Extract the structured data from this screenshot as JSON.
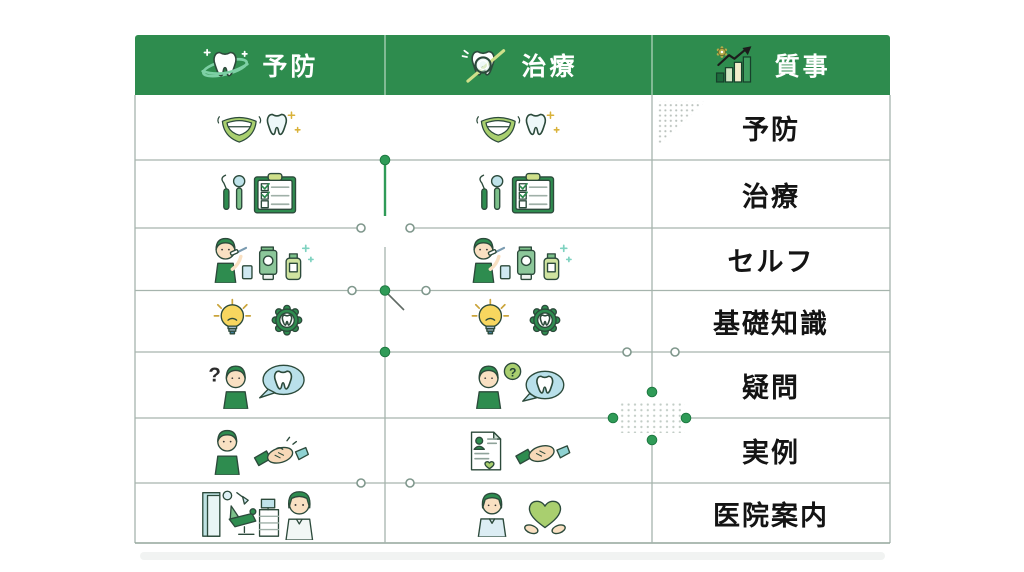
{
  "header": {
    "columns": [
      {
        "label": "予防",
        "icon": "orbit-tooth-icon"
      },
      {
        "label": "治療",
        "icon": "tooth-magnifier-icon"
      },
      {
        "label": "質事",
        "icon": "growth-chart-gear-icon"
      }
    ]
  },
  "table": {
    "rows": [
      {
        "label": "予防",
        "col1_icon": "smile-and-sparkling-tooth",
        "col2_icon": "smile-and-sparkling-tooth"
      },
      {
        "label": "治療",
        "col1_icon": "dental-tools-and-checklist",
        "col2_icon": "dental-tools-and-checklist"
      },
      {
        "label": "セルフ",
        "col1_icon": "person-brushing-with-toothpaste-and-rinse",
        "col2_icon": "person-brushing-with-toothpaste-and-rinse"
      },
      {
        "label": "基礎知識",
        "col1_icon": "lightbulb-and-gear-tooth",
        "col2_icon": "lightbulb-and-gear-tooth"
      },
      {
        "label": "疑問",
        "col1_icon": "person-question-and-tooth-bubble",
        "col2_icon": "person-question-bubble-and-tooth-bubble"
      },
      {
        "label": "実例",
        "col1_icon": "person-and-handshake",
        "col2_icon": "document-and-handshake"
      },
      {
        "label": "医院案内",
        "col1_icon": "clinic-room-and-staff",
        "col2_icon": "staff-and-heart-in-hands"
      }
    ]
  },
  "colors": {
    "header_green": "#2e8c4e",
    "anchor_green": "#2f9b57",
    "grid_border": "#a6b4ad",
    "label_text": "#141414",
    "header_text": "#ffffff"
  }
}
